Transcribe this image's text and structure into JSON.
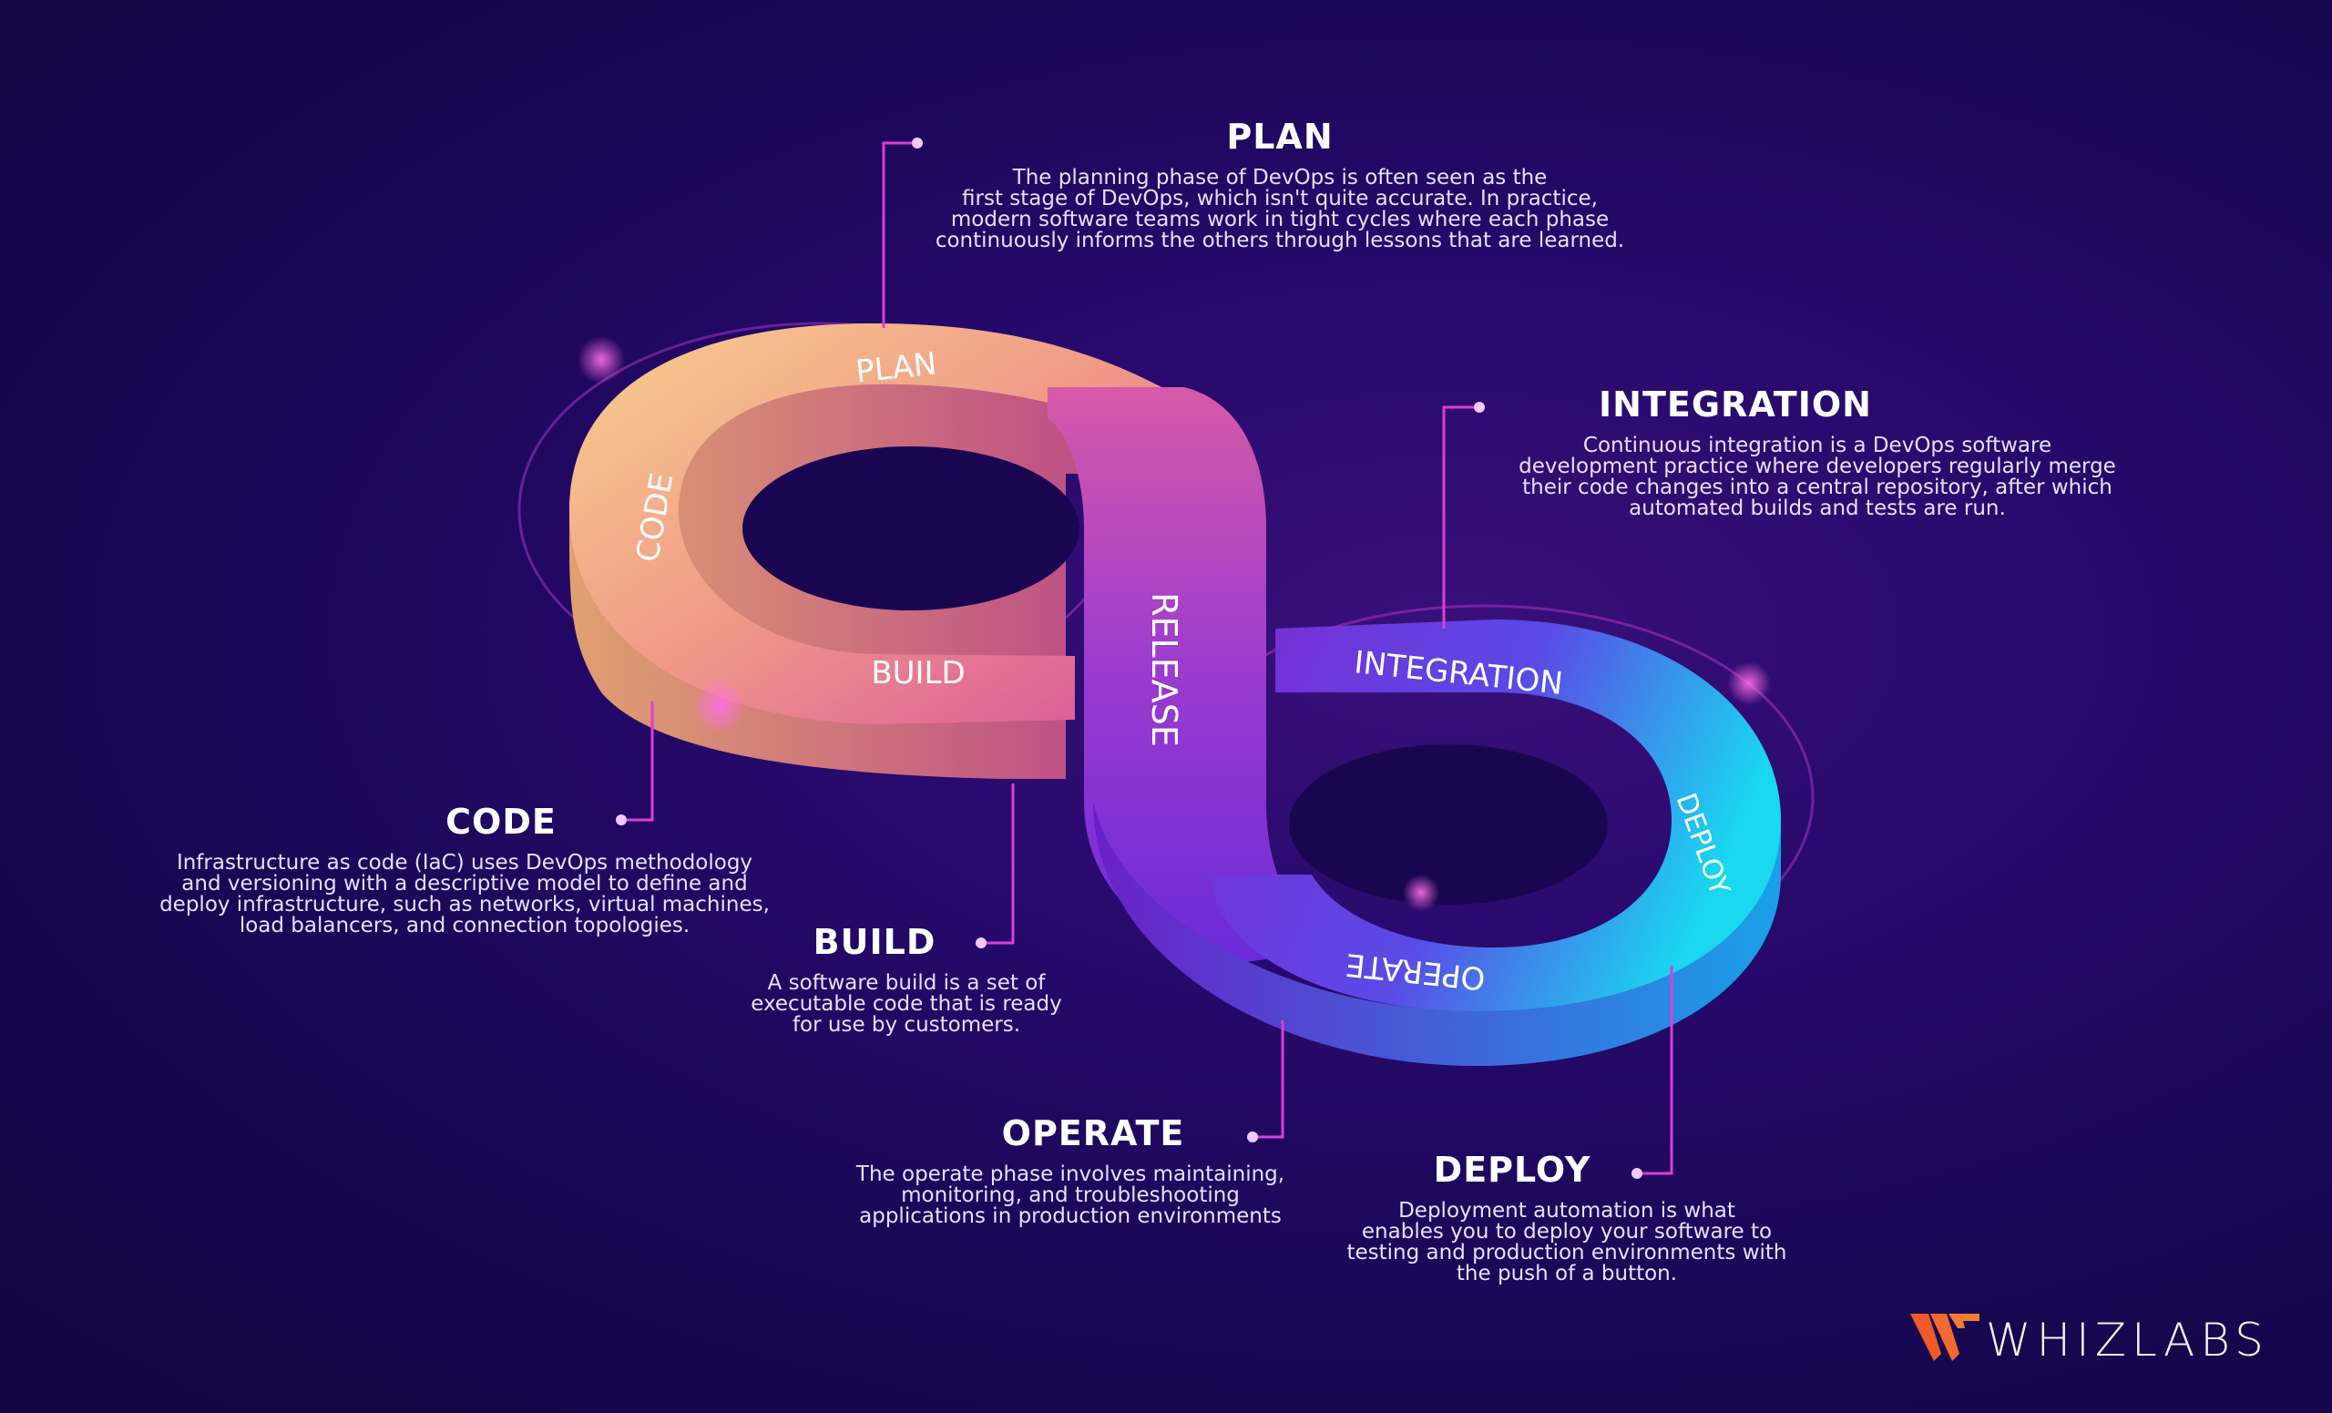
{
  "ring_labels": {
    "plan": "PLAN",
    "code": "CODE",
    "build": "BUILD",
    "release": "RELEASE",
    "integration": "INTEGRATION",
    "deploy": "DEPLOY",
    "operate": "OPERATE"
  },
  "sections": {
    "plan": {
      "title": "PLAN",
      "lines": [
        "The planning phase of DevOps is often seen as the",
        "first stage of DevOps, which isn't quite accurate. In practice,",
        "modern software teams work in tight cycles where each phase",
        "continuously informs the others through lessons that are learned."
      ]
    },
    "integration": {
      "title": "INTEGRATION",
      "lines": [
        "Continuous integration is a DevOps software",
        "development practice where developers regularly merge",
        "their code changes into a central repository, after which",
        "automated builds and tests are run."
      ]
    },
    "code": {
      "title": "CODE",
      "lines": [
        "Infrastructure as code (IaC) uses DevOps methodology",
        "and versioning with a descriptive model to define and",
        "deploy infrastructure, such as networks, virtual machines,",
        "load balancers, and connection topologies."
      ]
    },
    "build": {
      "title": "BUILD",
      "lines": [
        "A software build is a set of",
        "executable code that is ready",
        "for use by customers."
      ]
    },
    "operate": {
      "title": "OPERATE",
      "lines": [
        "The operate phase involves maintaining,",
        "monitoring, and troubleshooting",
        "applications in production environments"
      ]
    },
    "deploy": {
      "title": "DEPLOY",
      "lines": [
        "Deployment automation is what",
        "enables you to deploy your software to",
        "testing and production environments with",
        "the push of a button."
      ]
    }
  },
  "logo": {
    "text": "WHIZLABS",
    "icon": "whizlabs-logo-icon"
  },
  "colors": {
    "warm_start": "#f6c98a",
    "warm_end": "#e05a9e",
    "cool_start": "#7a2bd6",
    "cool_end": "#18d6f0",
    "connector": "#d93fd6",
    "logo_accent": "#f05a28"
  }
}
